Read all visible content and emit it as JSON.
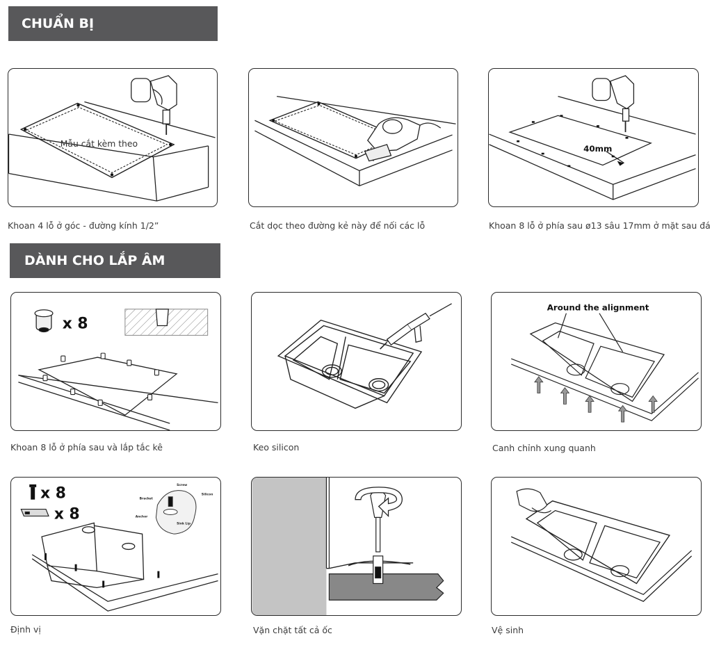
{
  "sections": [
    {
      "title": "CHUẨN BỊ"
    },
    {
      "title": "DÀNH CHO LẮP ÂM"
    }
  ],
  "steps": [
    {
      "caption": "Khoan 4 lỗ ở góc - đường kính 1/2”",
      "label": "Mẫu cắt kèm theo"
    },
    {
      "caption": "Cắt dọc theo đường kẻ này để nối các lỗ"
    },
    {
      "caption": "Khoan 8 lỗ ở phía sau ø13 sâu 17mm ở mặt sau đá",
      "label": "40mm"
    },
    {
      "caption": "Khoan 8 lỗ ở phía sau và lắp tắc kê",
      "label": "x 8"
    },
    {
      "caption": "Keo silicon"
    },
    {
      "caption": "Canh chỉnh xung quanh",
      "label": "Around the alignment"
    },
    {
      "caption": "Định vị",
      "label": "x 8",
      "label2": "x 8",
      "callouts": [
        "Screw",
        "Silicon",
        "Bracket",
        "Anchor",
        "Sink Lip"
      ]
    },
    {
      "caption": "Vặn chặt tất cả ốc"
    },
    {
      "caption": "Vệ sinh"
    }
  ]
}
